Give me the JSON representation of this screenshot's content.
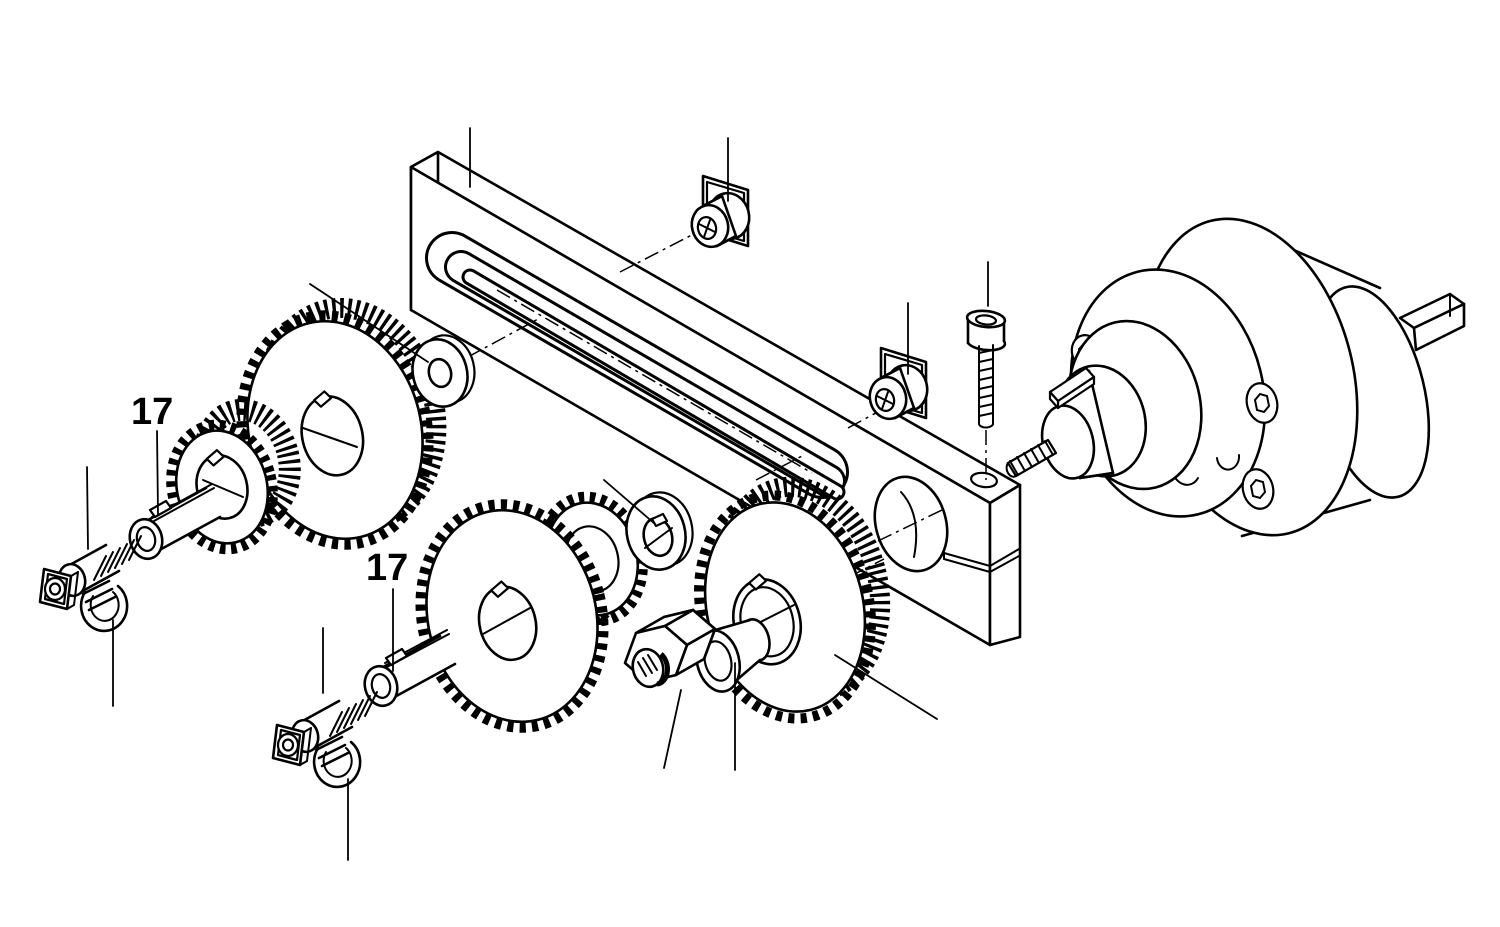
{
  "drawing": {
    "type": "exploded-parts-diagram",
    "subject": "gear-drive mounting bar with motor, change gears, T-nuts and clamp screws",
    "colors": {
      "line": "#000000",
      "background": "#ffffff",
      "label_text": "#000000"
    },
    "labels": [
      {
        "text": "17",
        "attached_to": "clamp-sleeve-1"
      },
      {
        "text": "17",
        "attached_to": "clamp-sleeve-2"
      }
    ],
    "parts": [
      {
        "name": "slotted-mounting-bar"
      },
      {
        "name": "t-slot-nut-1"
      },
      {
        "name": "t-slot-nut-2"
      },
      {
        "name": "socket-head-cap-screw"
      },
      {
        "name": "gear-motor"
      },
      {
        "name": "motor-shaft-with-key"
      },
      {
        "name": "spacer-washer"
      },
      {
        "name": "large-gear-1"
      },
      {
        "name": "pinion-gear-1"
      },
      {
        "name": "clamp-sleeve-1"
      },
      {
        "name": "screw-with-spring-1"
      },
      {
        "name": "e-clip-1"
      },
      {
        "name": "double-gear"
      },
      {
        "name": "keyed-washer"
      },
      {
        "name": "clamp-sleeve-2"
      },
      {
        "name": "screw-with-spring-2"
      },
      {
        "name": "e-clip-2"
      },
      {
        "name": "large-gear-2"
      },
      {
        "name": "shaft-bushing"
      },
      {
        "name": "hex-nut"
      }
    ]
  }
}
